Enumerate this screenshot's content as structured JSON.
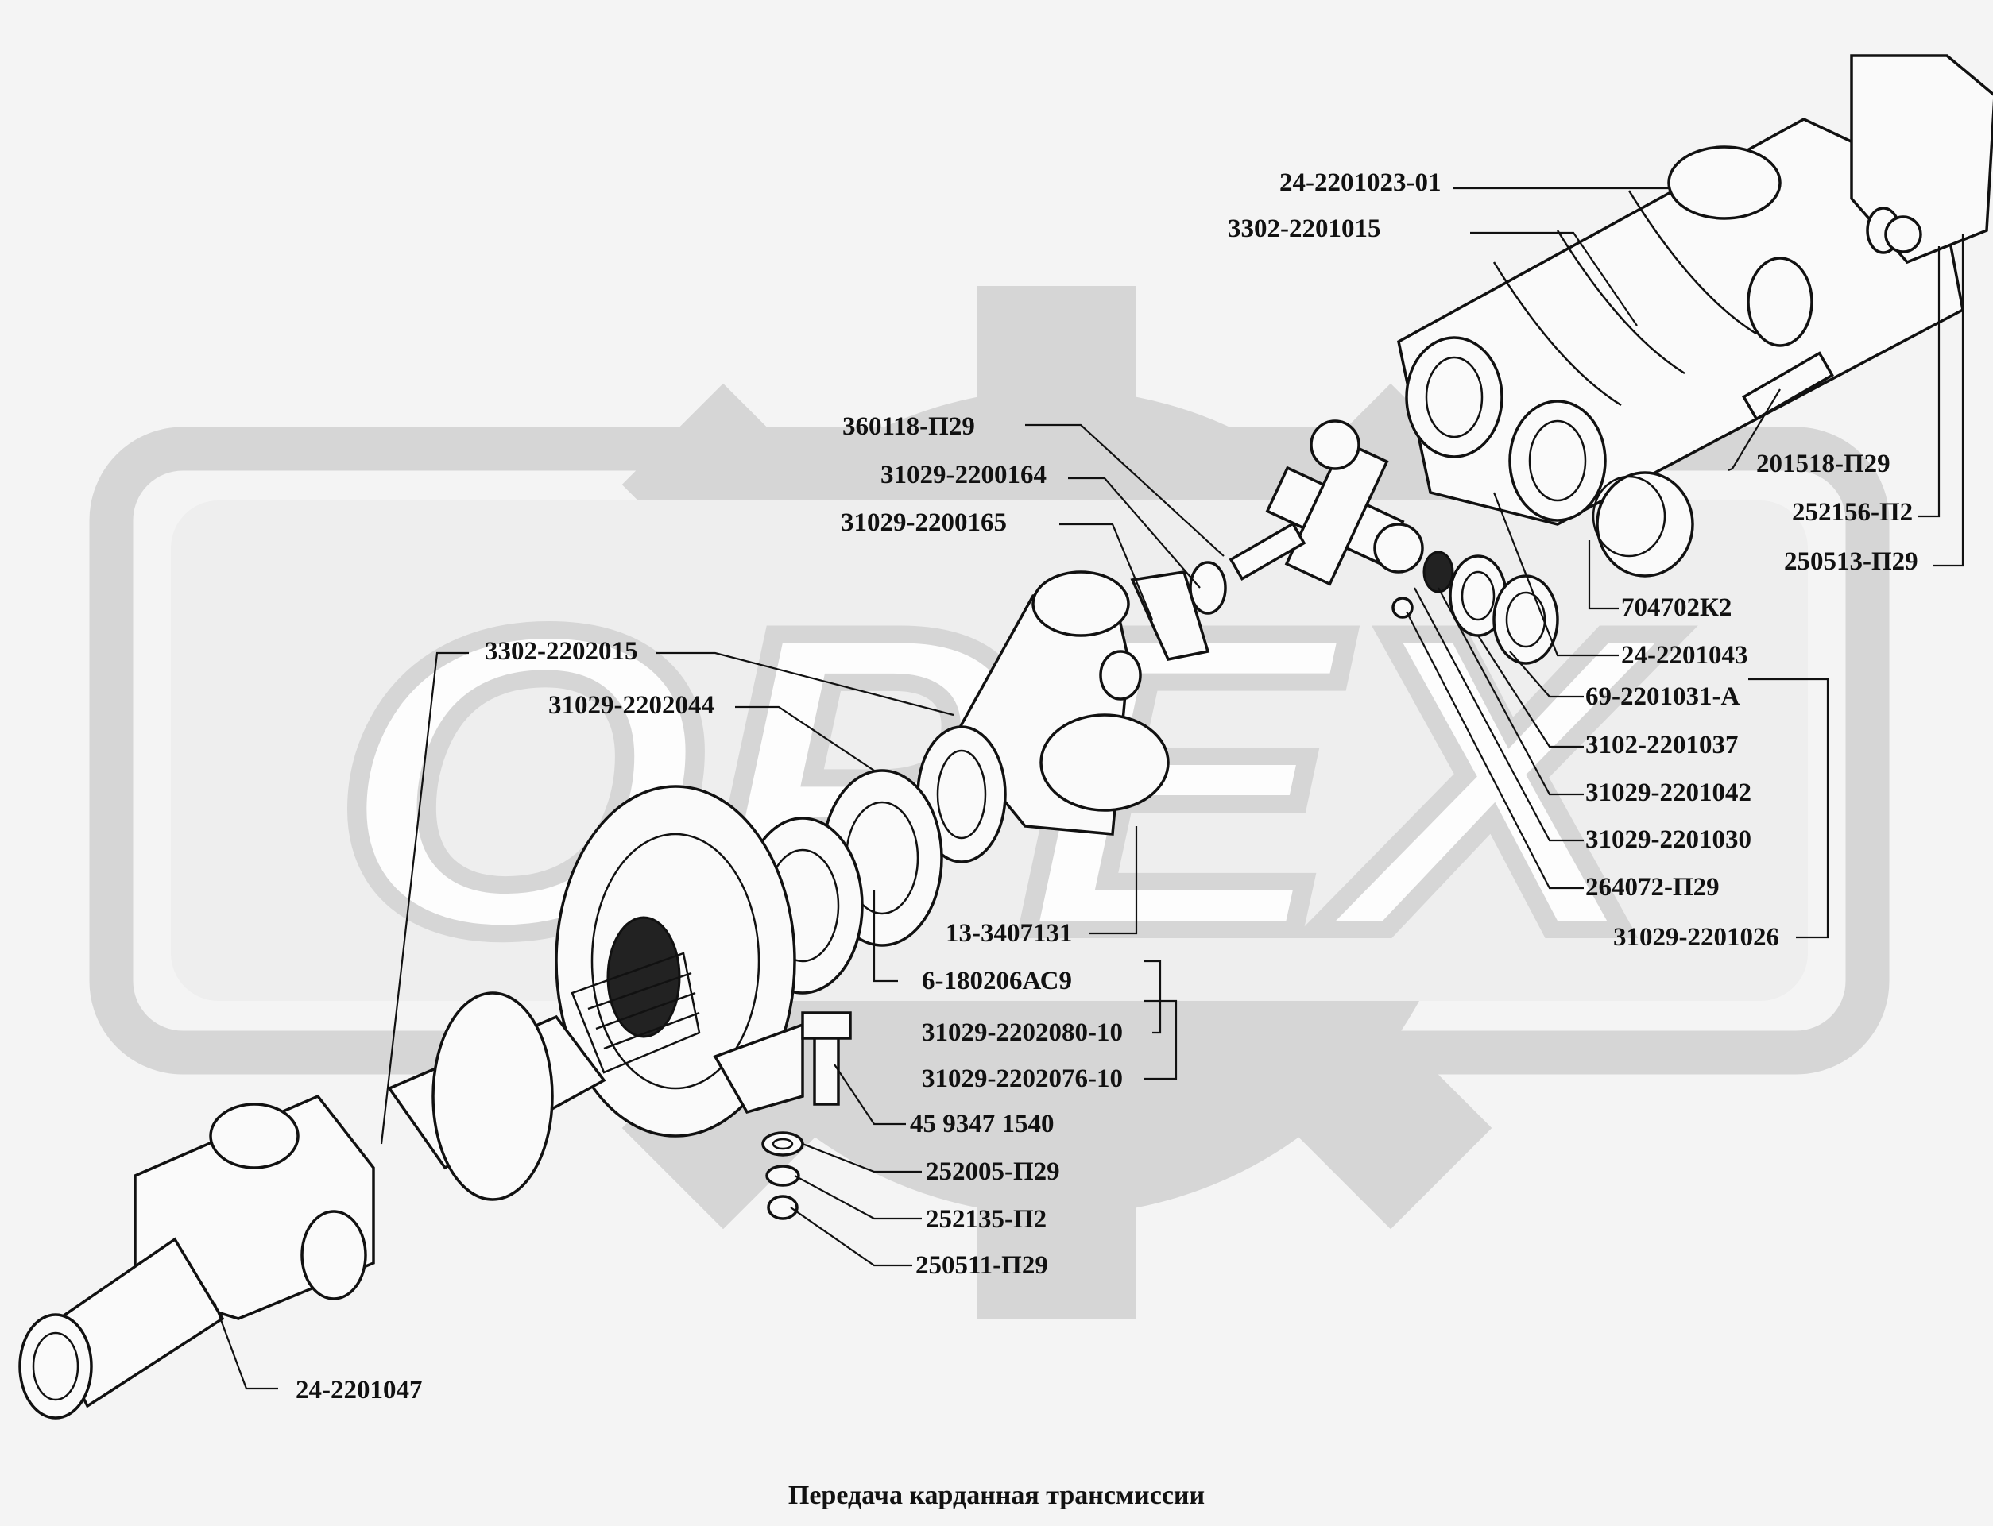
{
  "caption": "Передача карданная трансмиссии",
  "watermark": {
    "text": "OPEX",
    "logo": "gear-logo",
    "color": "#d6d6d6"
  },
  "parts": {
    "p01": "24-2201023-01",
    "p02": "3302-2201015",
    "p03": "360118-П29",
    "p04": "31029-2200164",
    "p05": "31029-2200165",
    "p06": "201518-П29",
    "p07": "252156-П2",
    "p08": "250513-П29",
    "p09": "704702К2",
    "p10": "24-2201043",
    "p11": "3302-2202015",
    "p12": "31029-2202044",
    "p13": "69-2201031-А",
    "p14": "3102-2201037",
    "p15": "31029-2201042",
    "p16": "31029-2201030",
    "p17": "264072-П29",
    "p18": "31029-2201026",
    "p19": "13-3407131",
    "p20": "6-180206АС9",
    "p21": "31029-2202080-10",
    "p22": "31029-2202076-10",
    "p23": "45 9347 1540",
    "p24": "252005-П29",
    "p25": "252135-П2",
    "p26": "250511-П29",
    "p27": "24-2201047"
  }
}
